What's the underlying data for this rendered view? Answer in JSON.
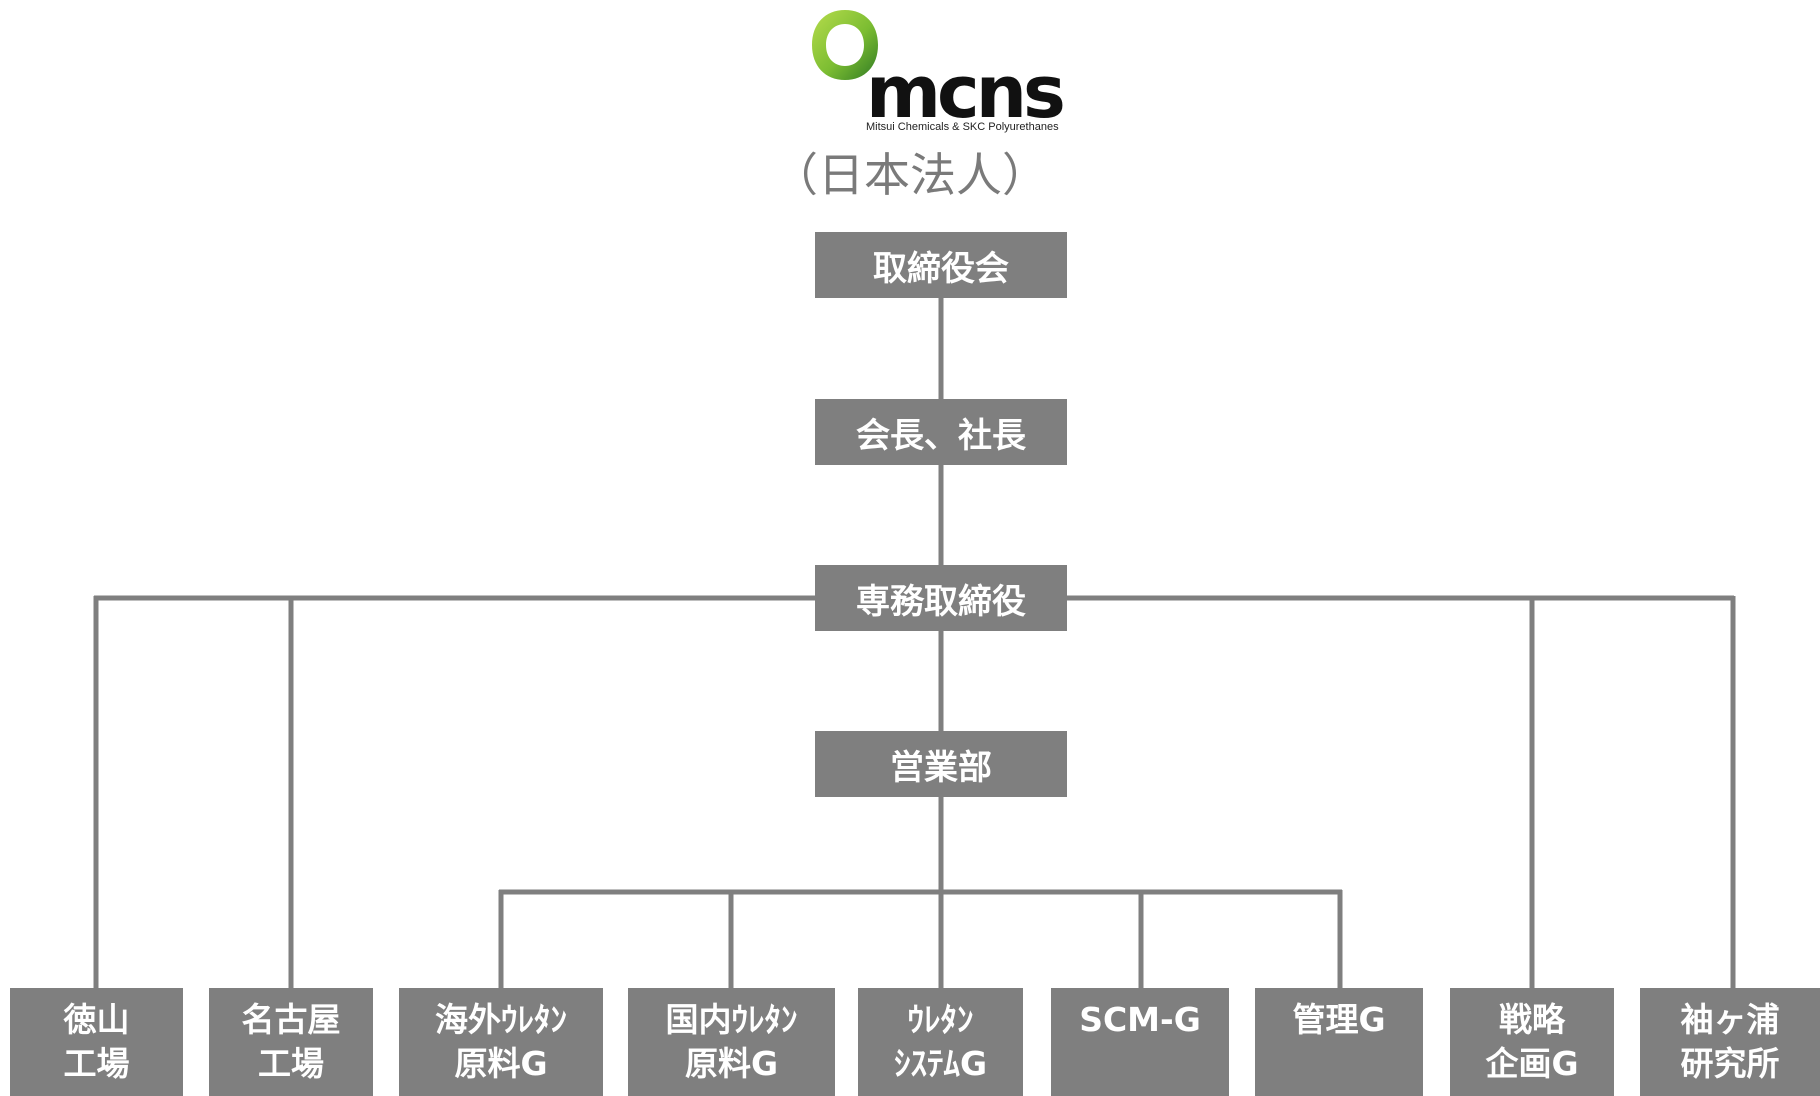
{
  "logo": {
    "wordmark": "mcns",
    "tagline": "Mitsui Chemicals & SKC Polyurethanes",
    "colors": {
      "ring_light": "#9ccd3a",
      "ring_dark": "#3f8a2a"
    }
  },
  "subtitle": "（日本法人）",
  "colors": {
    "box": "#7f7f7f",
    "box_text": "#ffffff",
    "line": "#7f7f7f"
  },
  "hierarchy": {
    "board": "取締役会",
    "president": "会長、社長",
    "managing_director": "専務取締役",
    "sales_division": "営業部"
  },
  "units": [
    {
      "label": "徳山\n工場"
    },
    {
      "label": "名古屋\n工場"
    },
    {
      "label": "海外ｳﾚﾀﾝ\n原料G"
    },
    {
      "label": "国内ｳﾚﾀﾝ\n原料G"
    },
    {
      "label": "ｳﾚﾀﾝ\nｼｽﾃﾑG"
    },
    {
      "label": "SCM-G"
    },
    {
      "label": "管理G"
    },
    {
      "label": "戦略\n企画G"
    },
    {
      "label": "袖ヶ浦\n研究所"
    }
  ]
}
